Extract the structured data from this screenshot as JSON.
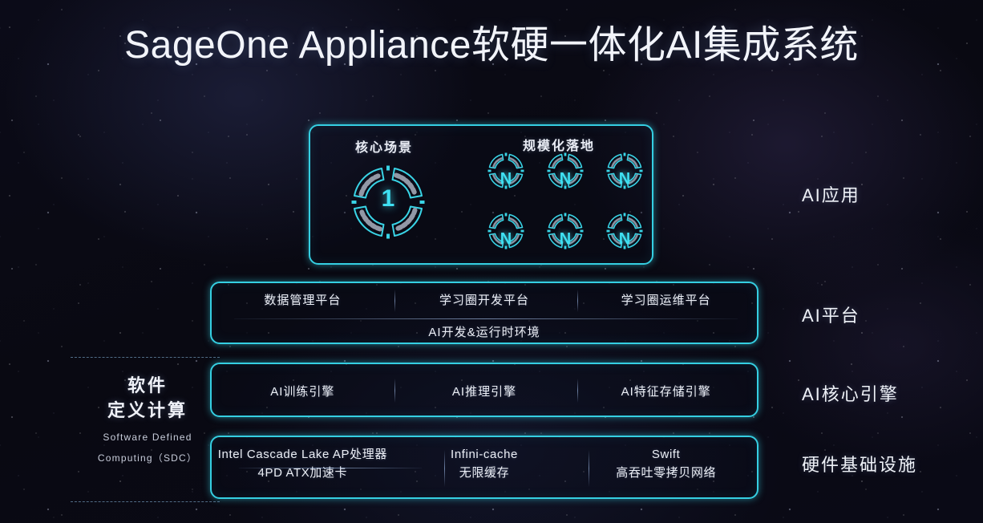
{
  "title": "SageOne Appliance软硬一体化AI集成系统",
  "colors": {
    "accent": "#35cfe2",
    "emblem": "#3fe0f2",
    "text": "#eceff6",
    "background": "#0a0a15"
  },
  "app_layer": {
    "core": {
      "heading": "核心场景",
      "emblem_label": "1"
    },
    "scale": {
      "heading": "规模化落地",
      "emblem_label": "N",
      "emblem_count": 6
    }
  },
  "platform_layer": {
    "items": [
      "数据管理平台",
      "学习圈开发平台",
      "学习圈运维平台"
    ],
    "subtitle": "AI开发&运行时环境"
  },
  "engine_layer": {
    "items": [
      "AI训练引擎",
      "AI推理引擎",
      "AI特征存储引擎"
    ]
  },
  "hardware_layer": {
    "items": [
      {
        "line1": "Intel Cascade Lake AP处理器",
        "line2": "4PD ATX加速卡"
      },
      {
        "line1": "Infini-cache",
        "line2": "无限缓存"
      },
      {
        "line1": "Swift",
        "line2": "高吞吐零拷贝网络"
      }
    ]
  },
  "side_labels": {
    "apps": "AI应用",
    "platform": "AI平台",
    "engine": "AI核心引擎",
    "hardware": "硬件基础设施"
  },
  "sdc": {
    "cn_line1": "软件",
    "cn_line2": "定义计算",
    "en_line1": "Software Defined",
    "en_line2": "Computing（SDC）"
  }
}
